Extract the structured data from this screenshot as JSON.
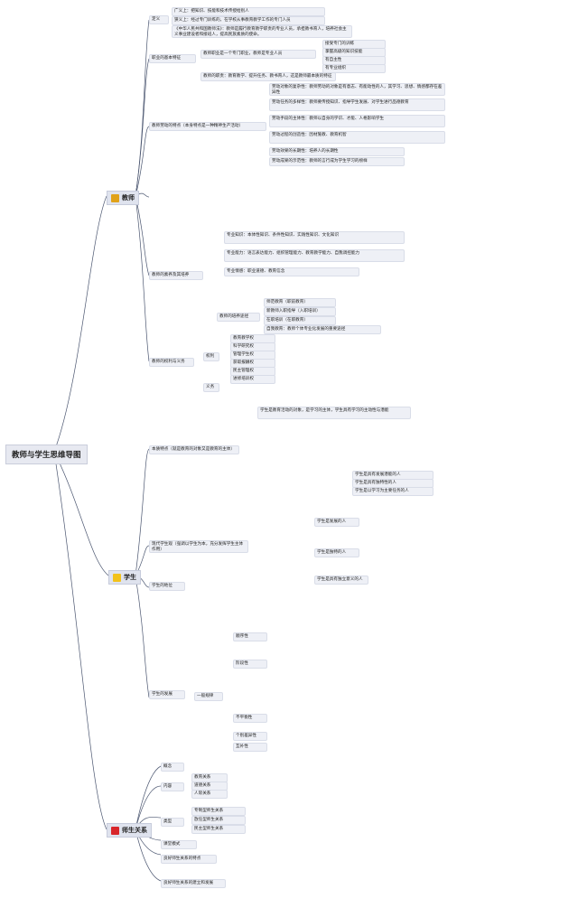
{
  "title": "教师与学生思维导图",
  "sections": {
    "teacher": {
      "label": "教师",
      "icon": "teacher-icon",
      "items": {
        "def": "广义上：把知识、技能和技术传授给别人",
        "def2": "狭义上：经过专门训练的，在学校从事教育教学工作的专门人员",
        "def3": "《中华人民共和国教师法》：教师是履行教育教学职责的专业人员，承担教书育人，培养社会主义事业建设者和接班人，提高民族素质的使命。",
        "prof": "职业的基本特征",
        "p1": "教师职业是一个专门职业，教师是专业人员",
        "p1a": "接受专门的训练",
        "p1b": "掌握高级的知识技能",
        "p1c": "有自主性",
        "p1d": "有专业组织",
        "p2": "教师的职责：教育教学、提升任务、教书育人，这是教师最本质的特征",
        "role": "教师劳动的特点（本身特点是一种精神生产活动）",
        "r1": "劳动对象的复杂性：教师劳动的对象是有意志、有能动性的人，其学习、思想、情感都存在差异性",
        "r2": "劳动任务的多样性：教师要传授知识、指导学生发展、对学生进行品德教育",
        "r3": "劳动手段的主体性：教师以自身的学识、才能、人格影响学生",
        "r4": "劳动过程的创造性：因材施教、教育机智",
        "r5": "劳动效果的长期性：培养人的长期性",
        "r6": "劳动成果的示范性：教师的言行成为学生学习的榜样",
        "quality": "教师的素养及其培养",
        "q1": "专业知识：本体性知识、条件性知识、实践性知识、文化知识",
        "q2": "专业能力：语言表达能力、组织管理能力、教育教学能力、自我调控能力",
        "q3": "专业情感：职业道德、教育信念",
        "train": "教师的培养途径",
        "t1": "师范教育（职前教育）",
        "t2": "新教师入职指导（入职培训）",
        "t3": "在职培训（在职教育）",
        "t4": "自我教育：教师个体专业化发展的重要途径",
        "rights": "教师的权利与义务",
        "rights_sub": "权利",
        "duty_sub": "义务",
        "rt1": "教育教学权",
        "rt2": "科学研究权",
        "rt3": "管理学生权",
        "rt4": "获取报酬权",
        "rt5": "民主管理权",
        "rt6": "进修培训权"
      }
    },
    "student": {
      "label": "学生",
      "icon": "student-icon",
      "items": {
        "nature": "本质特点（就是教育的对象又是教育的主体）",
        "n1": "学生是教育活动的对象，是学习的主体，学生具有学习的主动性与潜能",
        "n2": "学生是具有发展潜能的人",
        "n3": "学生是具有独特性的人",
        "n4": "学生是以学习为主要任务的人",
        "modern": "现代学生观（强调以学生为本，充分发挥学生主体作用）",
        "m1": "学生是发展的人",
        "m2": "学生是独特的人",
        "m3": "学生是具有独立意义的人",
        "status": "学生的地位",
        "develop": "学生的发展",
        "d1": "一般规律",
        "d2": "顺序性",
        "d3": "阶段性",
        "d4": "不平衡性",
        "d5": "个别差异性",
        "d6": "互补性"
      }
    },
    "relation": {
      "label": "师生关系",
      "icon": "relation-icon",
      "items": {
        "concept": "概念",
        "content": "内容",
        "c1": "教育关系",
        "c2": "道德关系",
        "c3": "人际关系",
        "type": "类型",
        "ty1": "专制型师生关系",
        "ty2": "放任型师生关系",
        "ty3": "民主型师生关系",
        "mode": "课堂模式",
        "good": "良好师生关系的特点",
        "build": "良好师生关系的建立和发展"
      }
    }
  }
}
